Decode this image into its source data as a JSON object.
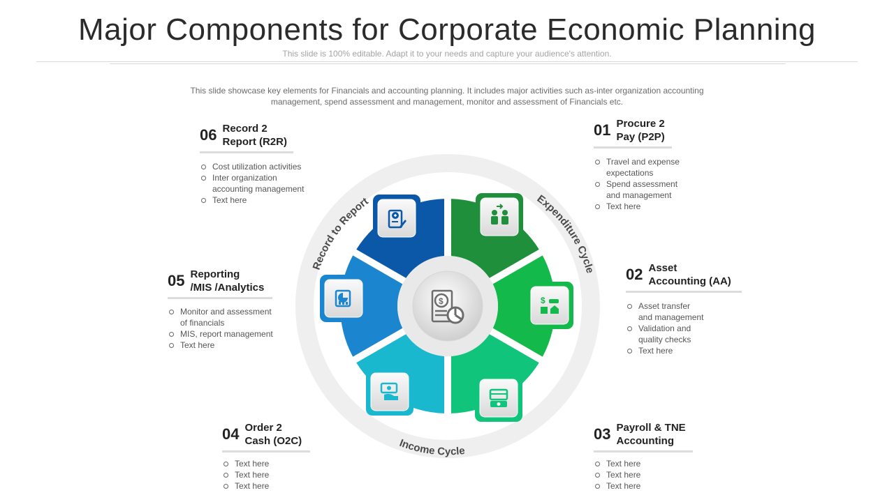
{
  "header": {
    "title": "Major Components for Corporate Economic Planning",
    "subtitle": "This slide is 100% editable. Adapt it to your needs and capture your audience's attention.",
    "description_line1": "This slide showcase key elements for Financials and accounting  planning. It includes major activities such as-inter organization accounting",
    "description_line2": "management,  spend assessment and management,  monitor and assessment of Financials etc."
  },
  "ring_labels": {
    "record_to_report": "Record to Report",
    "expenditure_cycle": "Expenditure Cycle",
    "income_cycle": "Income Cycle"
  },
  "colors": {
    "p2p": "#1f8f3c",
    "asset": "#13b94a",
    "payroll": "#10c47c",
    "o2c": "#1ab8cf",
    "reporting": "#1b86cf",
    "r2r": "#0c58a8",
    "ring": "#efefef"
  },
  "icons": [
    "people-exchange-icon",
    "money-car-house-icon",
    "calendar-cash-icon",
    "hand-cash-icon",
    "chart-report-icon",
    "clipboard-pen-icon",
    "dollar-document-pie-icon"
  ],
  "blocks": {
    "b01": {
      "num": "01",
      "title_l1": "Procure 2",
      "title_l2": "Pay (P2P)",
      "items": [
        [
          "Travel  and expense",
          "expectations"
        ],
        [
          "Spend assessment",
          "and management"
        ],
        [
          "Text here"
        ]
      ]
    },
    "b02": {
      "num": "02",
      "title_l1": "Asset",
      "title_l2": "Accounting (AA)",
      "items": [
        [
          "Asset transfer",
          "and management"
        ],
        [
          "Validation and",
          "quality checks"
        ],
        [
          "Text here"
        ]
      ]
    },
    "b03": {
      "num": "03",
      "title_l1": "Payroll & TNE",
      "title_l2": "Accounting",
      "items": [
        [
          "Text here"
        ],
        [
          "Text here"
        ],
        [
          "Text here"
        ]
      ]
    },
    "b04": {
      "num": "04",
      "title_l1": "Order 2",
      "title_l2": "Cash (O2C)",
      "items": [
        [
          "Text here"
        ],
        [
          "Text here"
        ],
        [
          "Text here"
        ]
      ]
    },
    "b05": {
      "num": "05",
      "title_l1": "Reporting",
      "title_l2": "/MIS /Analytics",
      "items": [
        [
          "Monitor and assessment",
          "of financials"
        ],
        [
          "MIS, report management"
        ],
        [
          "Text here"
        ]
      ]
    },
    "b06": {
      "num": "06",
      "title_l1": "Record 2",
      "title_l2": "Report (R2R)",
      "items": [
        [
          "Cost utilization activities"
        ],
        [
          "Inter organization",
          "accounting management"
        ],
        [
          "Text here"
        ]
      ]
    }
  }
}
